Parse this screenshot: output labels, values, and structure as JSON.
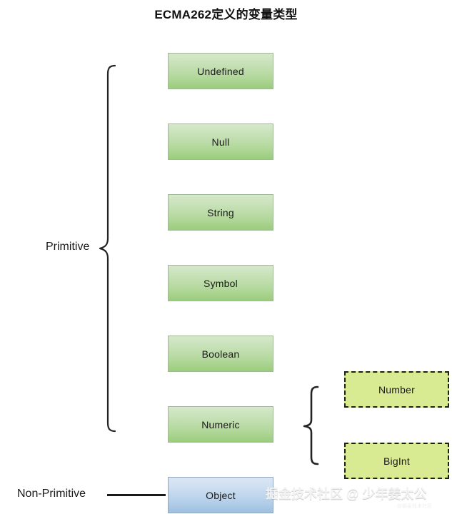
{
  "page": {
    "title": "ECMA262定义的变量类型",
    "background_color": "#ffffff"
  },
  "groups": [
    {
      "id": "primitive",
      "label": "Primitive",
      "connector": "curly-brace"
    },
    {
      "id": "non-primitive",
      "label": "Non-Primitive",
      "connector": "straight-line"
    }
  ],
  "labels": {
    "primitive": "Primitive",
    "non_primitive": "Non-Primitive"
  },
  "primitive_types": [
    {
      "name": "Undefined",
      "style": "green-gradient"
    },
    {
      "name": "Null",
      "style": "green-gradient"
    },
    {
      "name": "String",
      "style": "green-gradient"
    },
    {
      "name": "Symbol",
      "style": "green-gradient"
    },
    {
      "name": "Boolean",
      "style": "green-gradient"
    },
    {
      "name": "Numeric",
      "style": "green-gradient"
    }
  ],
  "numeric_subtypes": [
    {
      "name": "Number",
      "style": "dashed-yellowgreen"
    },
    {
      "name": "BigInt",
      "style": "dashed-yellowgreen"
    }
  ],
  "non_primitive_types": [
    {
      "name": "Object",
      "style": "blue-gradient"
    }
  ],
  "colors": {
    "green_top": "#d6e8cb",
    "green_bottom": "#9bcd7c",
    "green_border": "#9fb895",
    "blue_top": "#dbe6f3",
    "blue_bottom": "#9ec0e2",
    "blue_border": "#93a8bf",
    "dashed_fill": "#d8eb92",
    "dashed_border": "#1d1d1d",
    "text": "#1a1a1a",
    "brace": "#232323"
  },
  "watermarks": {
    "main": "掘金技术社区 @ 少年姜太公",
    "small": "@掘金技术社区"
  }
}
